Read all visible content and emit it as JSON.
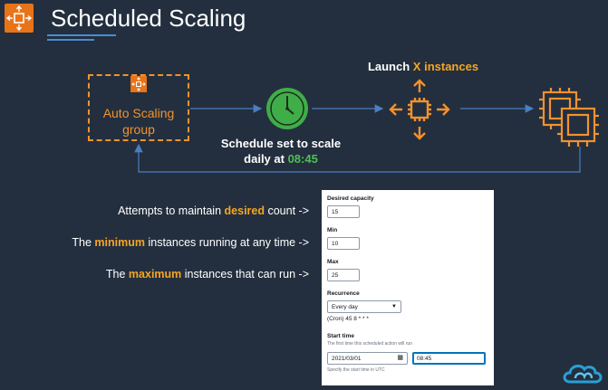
{
  "header": {
    "title": "Scheduled Scaling",
    "logo_icon": "auto-scaling-icon"
  },
  "diagram": {
    "asg_label_line1": "Auto Scaling",
    "asg_label_line2": "group",
    "schedule_line1": "Schedule set to scale",
    "schedule_line2_prefix": "daily at",
    "schedule_time": "08:45",
    "launch_prefix": "Launch",
    "launch_highlight": "X instances"
  },
  "statements": [
    {
      "prefix": "Attempts to maintain",
      "highlight": "desired",
      "suffix": "count ->"
    },
    {
      "prefix": "The",
      "highlight": "minimum",
      "suffix": "instances running at any time ->"
    },
    {
      "prefix": "The",
      "highlight": "maximum",
      "suffix": "instances that can run ->"
    }
  ],
  "form": {
    "desired_label": "Desired capacity",
    "desired_value": "15",
    "min_label": "Min",
    "min_value": "10",
    "max_label": "Max",
    "max_value": "25",
    "recurrence_label": "Recurrence",
    "recurrence_value": "Every day",
    "cron_text": "(Cron) 45 8 * * *",
    "start_label": "Start time",
    "start_hint": "The first time this scheduled action will run",
    "start_date": "2021/03/01",
    "start_time": "08:45",
    "start_footer": "Specify the start time in UTC"
  },
  "colors": {
    "background": "#232f3e",
    "accent_orange": "#f2922f",
    "highlight": "#f5a623",
    "clock_green": "#4fbf56",
    "arrow_blue": "#4a7fc1"
  }
}
